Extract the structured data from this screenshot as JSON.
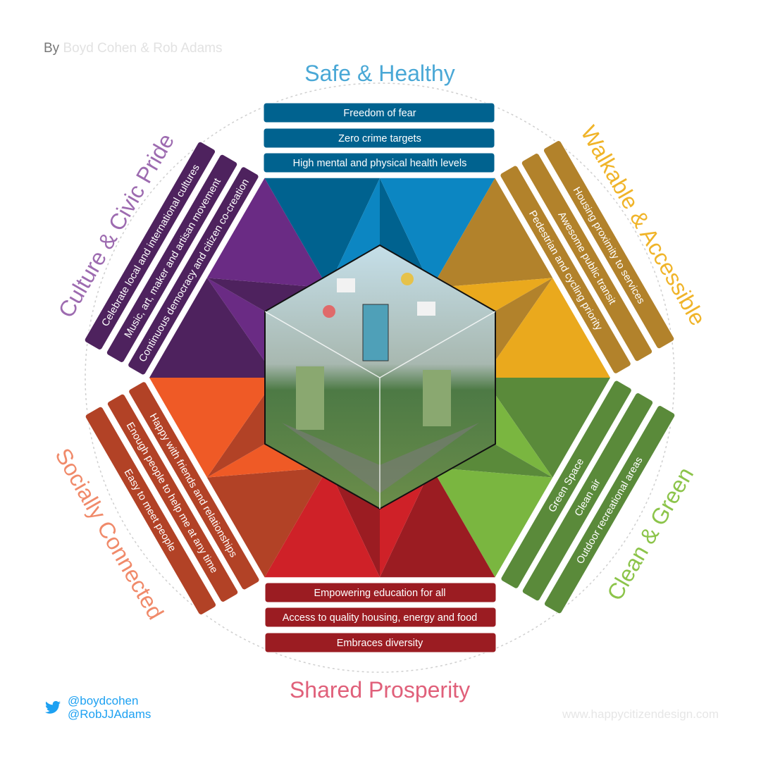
{
  "byline": {
    "prefix": "By",
    "authors": "Boyd Cohen & Rob Adams"
  },
  "sections": [
    {
      "id": "safe",
      "title": "Safe & Healthy",
      "title_color": "#4aa8d6",
      "bar_color": "#00628f",
      "dark": "#00628f",
      "light": "#0c86c2",
      "items": [
        "Freedom of fear",
        "Zero crime targets",
        "High mental and physical health levels"
      ]
    },
    {
      "id": "walkable",
      "title": "Walkable & Accessible",
      "title_color": "#f0b429",
      "bar_color": "#b2822b",
      "dark": "#b2822b",
      "light": "#eaa91d",
      "items": [
        "Housing proximity to services",
        "Awesome public transit",
        "Pedestrian and cycling priority"
      ]
    },
    {
      "id": "clean",
      "title": "Clean & Green",
      "title_color": "#8cc44a",
      "bar_color": "#5a8a3a",
      "dark": "#5a8a3a",
      "light": "#7ab640",
      "items": [
        "Outdoor recreational areas",
        "Clean air",
        "Green Space"
      ]
    },
    {
      "id": "prosperity",
      "title": "Shared Prosperity",
      "title_color": "#e0607a",
      "bar_color": "#9b1c22",
      "dark": "#9b1c22",
      "light": "#cf2128",
      "items": [
        "Embraces diversity",
        "Access to quality housing, energy and food",
        "Empowering education for all"
      ]
    },
    {
      "id": "social",
      "title": "Socially Connected",
      "title_color": "#f08a6a",
      "bar_color": "#b24226",
      "dark": "#b24226",
      "light": "#ef5a26",
      "items": [
        "Easy to meet people",
        "Enough people to help me at any time",
        "Happy with friends and relationships"
      ]
    },
    {
      "id": "culture",
      "title": "Culture & Civic Pride",
      "title_color": "#9d6bb0",
      "bar_color": "#4e225e",
      "dark": "#4e225e",
      "light": "#6a2b84",
      "items": [
        "Celebrate local and international cultures",
        "Music, art, maker and artisan movement",
        "Continuous democracy and citizen co-creation"
      ]
    }
  ],
  "social": {
    "icon": "twitter-icon",
    "handles": [
      "@boydcohen",
      "@RobJJAdams"
    ]
  },
  "website": "www.happycitizendesign.com"
}
